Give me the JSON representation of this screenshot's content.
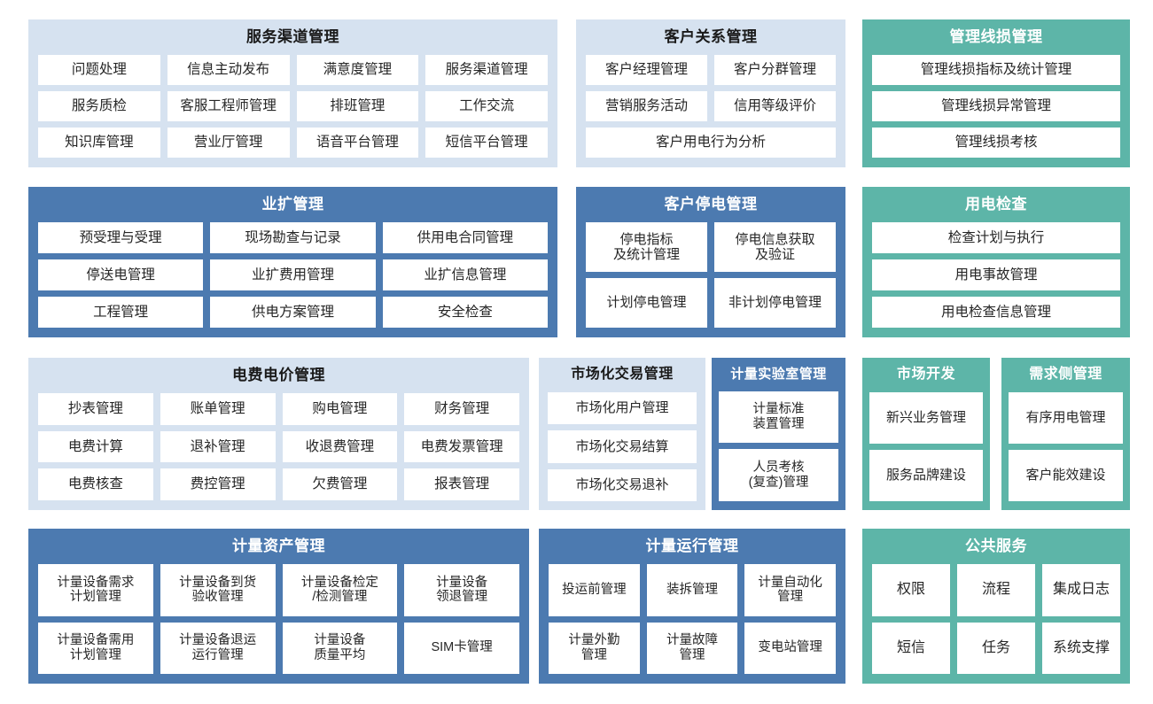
{
  "colors": {
    "light_panel": "#d6e2f0",
    "blue_panel": "#4c7ab0",
    "teal_panel": "#5db5a8",
    "cell_background": "#ffffff",
    "page_background": "#ffffff"
  },
  "panels": {
    "service_channel": {
      "title": "服务渠道管理",
      "style": "light",
      "rows": [
        [
          "问题处理",
          "信息主动发布",
          "满意度管理",
          "服务渠道管理"
        ],
        [
          "服务质检",
          "客服工程师管理",
          "排班管理",
          "工作交流"
        ],
        [
          "知识库管理",
          "营业厅管理",
          "语音平台管理",
          "短信平台管理"
        ]
      ]
    },
    "customer_relation": {
      "title": "客户关系管理",
      "style": "light",
      "rows": [
        [
          "客户经理管理",
          "客户分群管理"
        ],
        [
          "营销服务活动",
          "信用等级评价"
        ],
        [
          "客户用电行为分析"
        ]
      ]
    },
    "line_loss": {
      "title": "管理线损管理",
      "style": "teal",
      "rows": [
        [
          "管理线损指标及统计管理"
        ],
        [
          "管理线损异常管理"
        ],
        [
          "管理线损考核"
        ]
      ]
    },
    "expansion": {
      "title": "业扩管理",
      "style": "blue",
      "rows": [
        [
          "预受理与受理",
          "现场勘查与记录",
          "供用电合同管理"
        ],
        [
          "停送电管理",
          "业扩费用管理",
          "业扩信息管理"
        ],
        [
          "工程管理",
          "供电方案管理",
          "安全检查"
        ]
      ]
    },
    "customer_outage": {
      "title": "客户停电管理",
      "style": "blue",
      "rows": [
        [
          "停电指标\n及统计管理",
          "停电信息获取\n及验证"
        ],
        [
          "计划停电管理",
          "非计划停电管理"
        ]
      ]
    },
    "power_inspection": {
      "title": "用电检查",
      "style": "teal",
      "rows": [
        [
          "检查计划与执行"
        ],
        [
          "用电事故管理"
        ],
        [
          "用电检查信息管理"
        ]
      ]
    },
    "tariff": {
      "title": "电费电价管理",
      "style": "light",
      "rows": [
        [
          "抄表管理",
          "账单管理",
          "购电管理",
          "财务管理"
        ],
        [
          "电费计算",
          "退补管理",
          "收退费管理",
          "电费发票管理"
        ],
        [
          "电费核查",
          "费控管理",
          "欠费管理",
          "报表管理"
        ]
      ]
    },
    "market_trading": {
      "title": "市场化交易管理",
      "style": "light",
      "rows": [
        [
          "市场化用户管理"
        ],
        [
          "市场化交易结算"
        ],
        [
          "市场化交易退补"
        ]
      ]
    },
    "metering_lab": {
      "title": "计量实验室管理",
      "style": "blue",
      "rows": [
        [
          "计量标准\n装置管理"
        ],
        [
          "人员考核\n(复查)管理"
        ]
      ]
    },
    "market_dev": {
      "title": "市场开发",
      "style": "teal",
      "rows": [
        [
          "新兴业务管理"
        ],
        [
          "服务品牌建设"
        ]
      ]
    },
    "demand_side": {
      "title": "需求侧管理",
      "style": "teal",
      "rows": [
        [
          "有序用电管理"
        ],
        [
          "客户能效建设"
        ]
      ]
    },
    "metering_asset": {
      "title": "计量资产管理",
      "style": "blue",
      "rows": [
        [
          "计量设备需求\n计划管理",
          "计量设备到货\n验收管理",
          "计量设备检定\n/检测管理",
          "计量设备\n领退管理"
        ],
        [
          "计量设备需用\n计划管理",
          "计量设备退运\n运行管理",
          "计量设备\n质量平均",
          "SIM卡管理"
        ]
      ]
    },
    "metering_ops": {
      "title": "计量运行管理",
      "style": "blue",
      "rows": [
        [
          "投运前管理",
          "装拆管理",
          "计量自动化\n管理"
        ],
        [
          "计量外勤\n管理",
          "计量故障\n管理",
          "变电站管理"
        ]
      ]
    },
    "public_service": {
      "title": "公共服务",
      "style": "teal",
      "rows": [
        [
          "权限",
          "流程",
          "集成日志"
        ],
        [
          "短信",
          "任务",
          "系统支撑"
        ]
      ]
    }
  }
}
